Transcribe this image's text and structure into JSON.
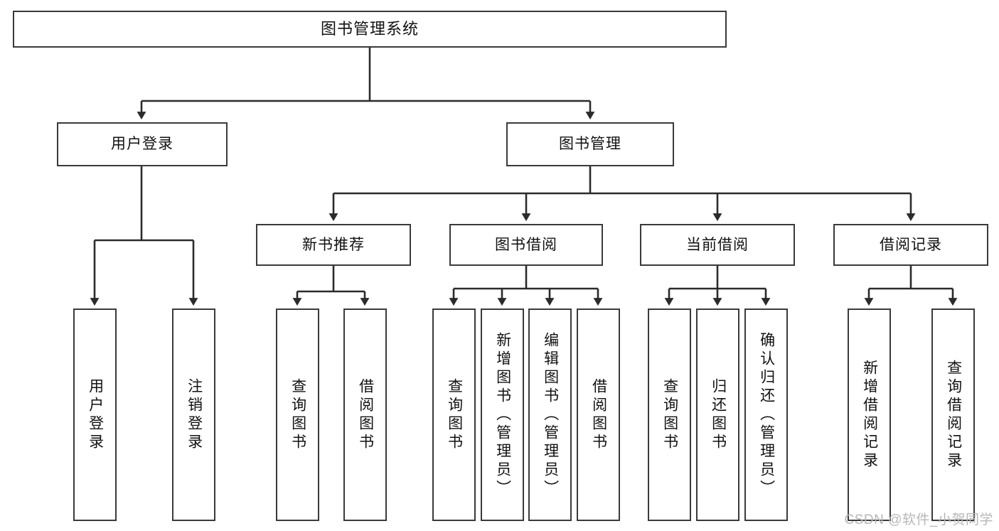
{
  "diagram": {
    "title": "图书管理系统",
    "type": "tree-hierarchy-chart",
    "colors": {
      "box_border": "#3a3a3a",
      "box_fill": "#ffffff",
      "connector": "#2b2b2b",
      "text": "#111111",
      "watermark": "#b7b7b7",
      "background": "#ffffff"
    },
    "root": {
      "label": "图书管理系统"
    },
    "level2": [
      {
        "label": "用户登录"
      },
      {
        "label": "图书管理"
      }
    ],
    "level3": [
      {
        "label": "新书推荐"
      },
      {
        "label": "图书借阅"
      },
      {
        "label": "当前借阅"
      },
      {
        "label": "借阅记录"
      }
    ],
    "leaves": {
      "user_login": [
        {
          "label": "用户登录"
        },
        {
          "label": "注销登录"
        }
      ],
      "new_book_recommend": [
        {
          "label": "查询图书"
        },
        {
          "label": "借阅图书"
        }
      ],
      "book_borrow": [
        {
          "label": "查询图书"
        },
        {
          "label": "新增图书（管理员）"
        },
        {
          "label": "编辑图书（管理员）"
        },
        {
          "label": "借阅图书"
        }
      ],
      "current_borrow": [
        {
          "label": "查询图书"
        },
        {
          "label": "归还图书"
        },
        {
          "label": "确认归还（管理员）"
        }
      ],
      "borrow_record": [
        {
          "label": "新增借阅记录"
        },
        {
          "label": "查询借阅记录"
        }
      ]
    },
    "watermark": "CSDN @软件_小贺同学"
  }
}
